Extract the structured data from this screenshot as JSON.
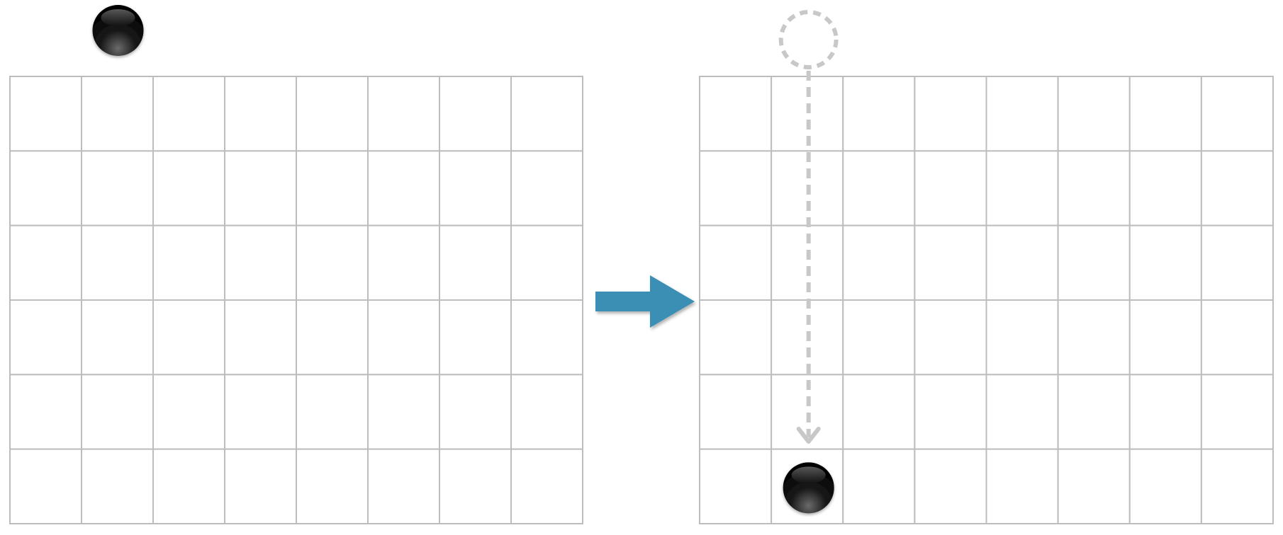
{
  "grid": {
    "rows": 6,
    "columns": 8
  },
  "before": {
    "disc_above_column": 2,
    "disc_color": "black"
  },
  "after": {
    "ghost_disc_above_column": 2,
    "drop_path_style": "dashed",
    "landed_disc": {
      "column": 2,
      "row": 6
    }
  },
  "colors": {
    "grid_line": "#bdbdbd",
    "arrow": "#3b8fb5",
    "disc": "#000000",
    "ghost": "#c8c8c8"
  },
  "icons": {
    "transition": "right-arrow-icon",
    "disc": "disc-icon",
    "ghost_disc": "ghost-disc-icon",
    "drop_path": "down-arrow-icon"
  }
}
